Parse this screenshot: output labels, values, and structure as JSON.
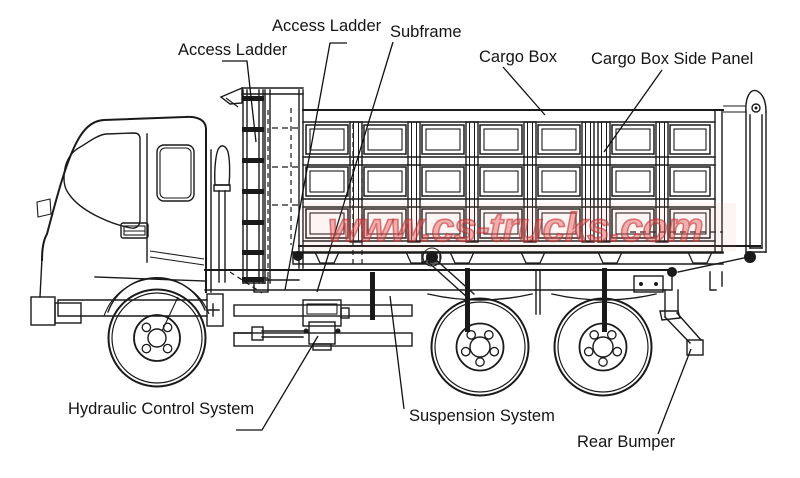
{
  "diagram": {
    "type": "technical-side-view",
    "subject": "Dump truck component diagram",
    "labels": {
      "access_ladder_top": "Access Ladder",
      "access_ladder_left": "Access Ladder",
      "subframe": "Subframe",
      "cargo_box": "Cargo Box",
      "cargo_box_side_panel": "Cargo Box Side Panel",
      "hydraulic_control_system": "Hydraulic Control System",
      "suspension_system": "Suspension System",
      "rear_bumper": "Rear Bumper"
    },
    "watermark": {
      "text": "www.cs-trucks.com",
      "color_fill": "rgba(225,90,90,0.45)",
      "color_stroke": "rgba(195,40,40,0.55)"
    },
    "colors": {
      "line": "#1a1a1a",
      "background": "#ffffff"
    }
  }
}
